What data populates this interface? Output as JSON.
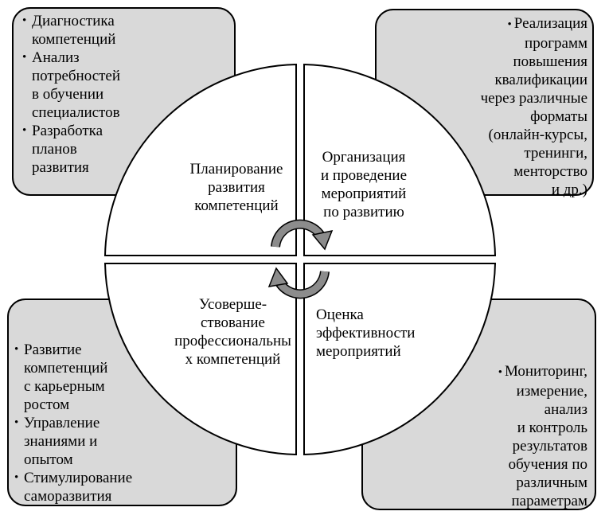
{
  "quadrants": {
    "top_left": "Планирование\nразвития\nкомпетенций",
    "top_right": "Организация\nи проведение\nмероприятий\nпо развитию",
    "bottom_left": "Усоверше-\nствование\nпрофессиональны\nх компетенций",
    "bottom_right": "Оценка\nэффективности\nмероприятий"
  },
  "boxes": {
    "top_left": [
      "Диагностика\nкомпетенций",
      "Анализ\nпотребностей\nв обучении\nспециалистов",
      "Разработка\nпланов\nразвития"
    ],
    "top_right": [
      "Реализация\nпрограмм\nповышения\nквалификации\nчерез различные\nформаты\n(онлайн-курсы,\nтренинги,\nменторство\nи др.)"
    ],
    "bottom_left": [
      "Развитие\nкомпетенций\nс карьерным\nростом",
      "Управление\nзнаниями и\nопытом",
      "Стимулирование\nсаморазвития"
    ],
    "bottom_right": [
      "Мониторинг,\nизмерение,\nанализ\nи контроль\nрезультатов\nобучения по\nразличным\nпараметрам"
    ]
  },
  "colors": {
    "box_fill": "#d9d9d9",
    "arrow_fill": "#8c8c8c",
    "stroke": "#000000"
  }
}
